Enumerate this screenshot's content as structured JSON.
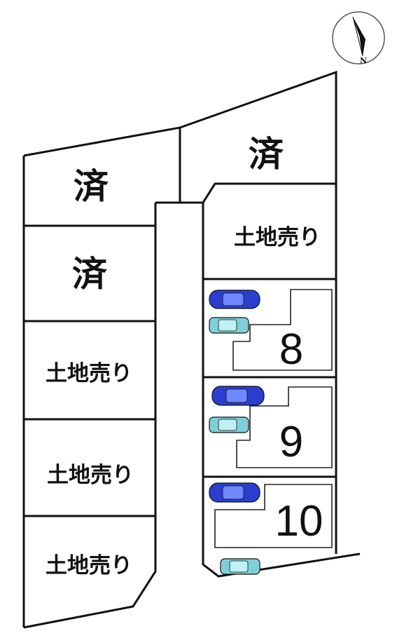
{
  "compass": {
    "label": "N"
  },
  "lots": [
    {
      "id": "left-1",
      "status": "済"
    },
    {
      "id": "left-2",
      "status": "済"
    },
    {
      "id": "left-3",
      "status": "土地売り"
    },
    {
      "id": "left-4",
      "status": "土地売り"
    },
    {
      "id": "left-5",
      "status": "土地売り"
    },
    {
      "id": "right-top",
      "status": "済"
    },
    {
      "id": "right-2",
      "status": "土地売り"
    },
    {
      "id": "house-8",
      "status": "8"
    },
    {
      "id": "house-9",
      "status": "9"
    },
    {
      "id": "house-10",
      "status": "10"
    }
  ],
  "colors": {
    "line": "#111111",
    "car_blue": "#2a3fd0",
    "car_teal": "#7fcfd8"
  }
}
